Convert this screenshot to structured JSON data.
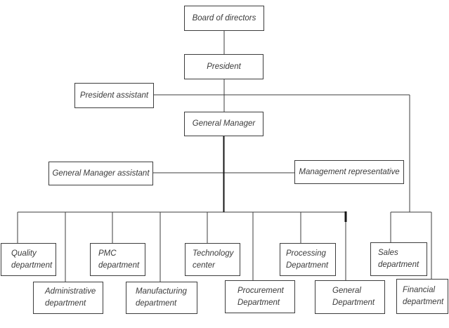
{
  "diagram": {
    "type": "org-chart",
    "background": "#ffffff",
    "line_color": "#3d3d3d",
    "text_color": "#3a3a3a"
  },
  "nodes": {
    "board_of_directors": {
      "label": "Board of directors"
    },
    "president": {
      "label": "President"
    },
    "president_assistant": {
      "label": "President assistant"
    },
    "general_manager": {
      "label": "General Manager"
    },
    "general_manager_assistant": {
      "label": "General Manager assistant"
    },
    "management_representative": {
      "label": "Management representative"
    },
    "quality": {
      "line1": "Quality",
      "line2": "department"
    },
    "administrative": {
      "line1": "Administrative",
      "line2": "department"
    },
    "pmc": {
      "line1": "PMC",
      "line2": "department"
    },
    "manufacturing": {
      "line1": "Manufacturing",
      "line2": "department"
    },
    "technology": {
      "line1": "Technology",
      "line2": "center"
    },
    "procurement": {
      "line1": "Procurement",
      "line2": "Department"
    },
    "processing": {
      "line1": "Processing",
      "line2": "Department"
    },
    "general": {
      "line1": "General",
      "line2": "Department"
    },
    "sales": {
      "line1": "Sales",
      "line2": "department"
    },
    "financial": {
      "line1": "Financial",
      "line2": "department"
    }
  }
}
